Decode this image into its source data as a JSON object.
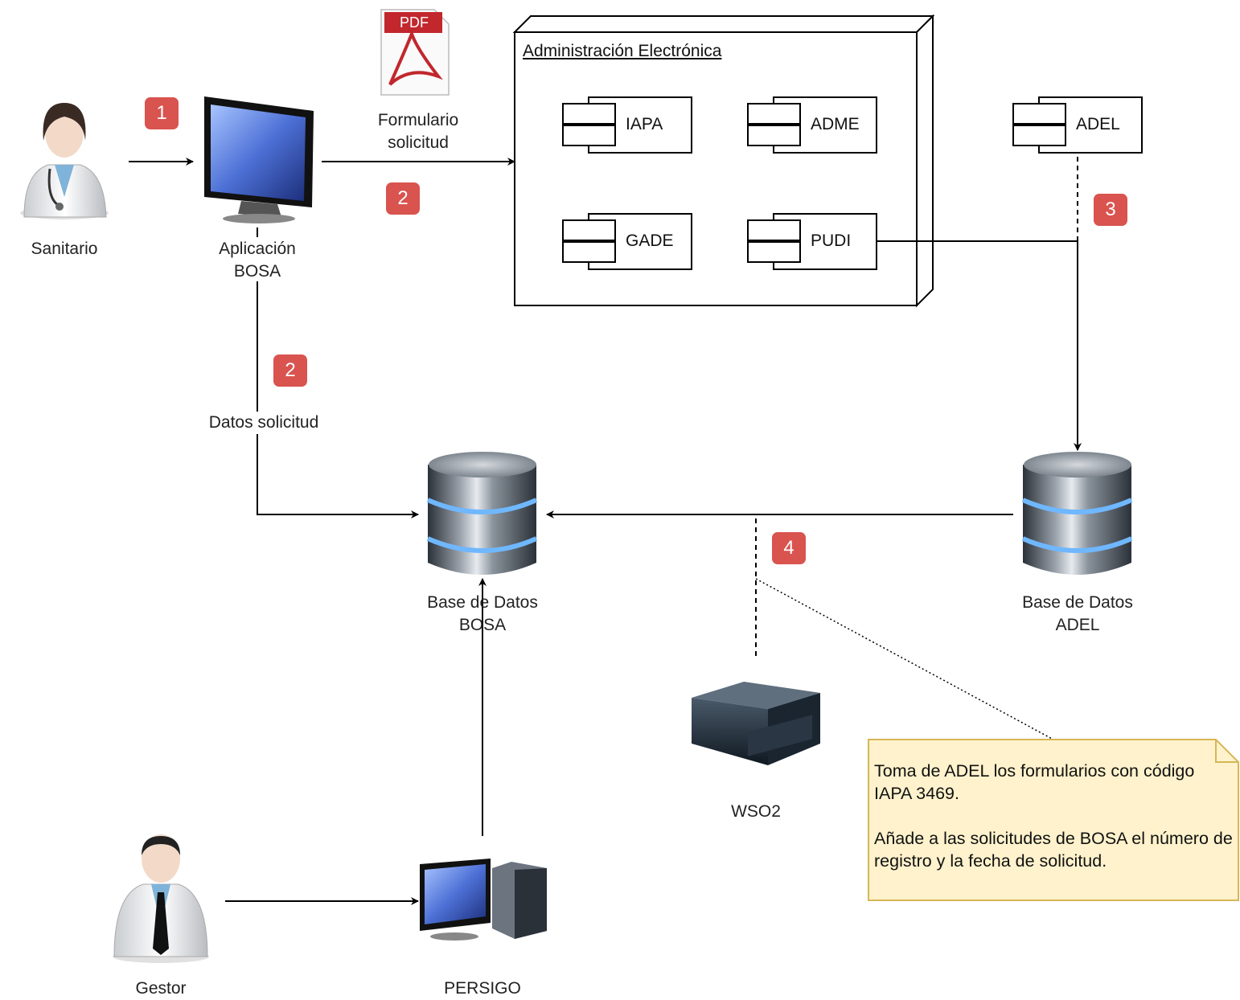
{
  "actors": {
    "sanitario": "Sanitario",
    "gestor": "Gestor"
  },
  "systems": {
    "aplicacion_bosa": [
      "Aplicación",
      "BOSA"
    ],
    "persigo": "PERSIGO",
    "wso2": "WSO2",
    "bd_bosa": [
      "Base de Datos",
      "BOSA"
    ],
    "bd_adel": [
      "Base de Datos",
      "ADEL"
    ]
  },
  "documents": {
    "pdf_badge": "PDF",
    "formulario": [
      "Formulario",
      "solicitud"
    ]
  },
  "admin_node": {
    "title": "Administración Electrónica",
    "components": [
      "IAPA",
      "ADME",
      "GADE",
      "PUDI"
    ]
  },
  "external_component": "ADEL",
  "edge_labels": {
    "datos_solicitud": "Datos solicitud"
  },
  "steps": [
    "1",
    "2",
    "2",
    "3",
    "4"
  ],
  "note": {
    "line1": "Toma de ADEL los formularios con código IAPA 3469.",
    "line2": "Añade a las solicitudes de BOSA el número de registro y la fecha de solicitud."
  },
  "colors": {
    "badge": "#d9534f",
    "note_fill": "#fff2cc",
    "note_border": "#d6b656"
  }
}
